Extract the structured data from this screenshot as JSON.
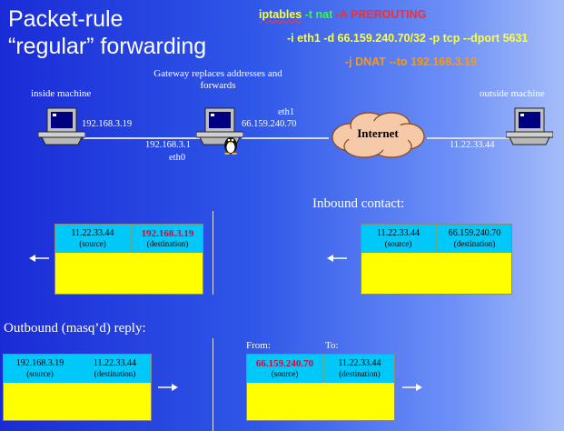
{
  "title": {
    "line1": "Packet-rule",
    "line2": "“regular” forwarding"
  },
  "command": {
    "line1": {
      "a": "iptables",
      "b": " -t nat",
      "c": " -A PREROUTING"
    },
    "line2": "-i eth1  -d 66.159.240.70/32  -p tcp  --dport 5631",
    "line3": "-j DNAT  --to 192.168.3.19"
  },
  "network": {
    "inside_label": "inside machine",
    "inside_ip": "192.168.3.19",
    "gateway_label": "Gateway replaces addresses and forwards",
    "gateway_eth0_ip": "192.168.3.1",
    "gateway_eth0": "eth0",
    "gateway_eth1": "eth1",
    "gateway_eth1_ip": "66.159.240.70",
    "cloud_label": "Internet",
    "outside_label": "outside machine",
    "outside_ip": "11.22.33.44"
  },
  "inbound": {
    "heading": "Inbound contact:",
    "original": {
      "src": "11.22.33.44",
      "src_sub": "(source)",
      "dst": "66.159.240.70",
      "dst_sub": "(destination)"
    },
    "translated": {
      "src": "11.22.33.44",
      "src_sub": "(source)",
      "dst": "192.168.3.19",
      "dst_sub": "(destination)"
    }
  },
  "outbound": {
    "heading": "Outbound (masq’d) reply:",
    "from_label": "From:",
    "to_label": "To:",
    "original": {
      "src": "192.168.3.19",
      "src_sub": "(source)",
      "dst": "11.22.33.44",
      "dst_sub": "(destination)"
    },
    "translated": {
      "src": "66.159.240.70",
      "src_sub": "(source)",
      "dst": "11.22.33.44",
      "dst_sub": "(destination)"
    }
  },
  "colors": {
    "header": "#00c8f8",
    "payload": "#ffff00",
    "highlight": "#e0003a"
  }
}
